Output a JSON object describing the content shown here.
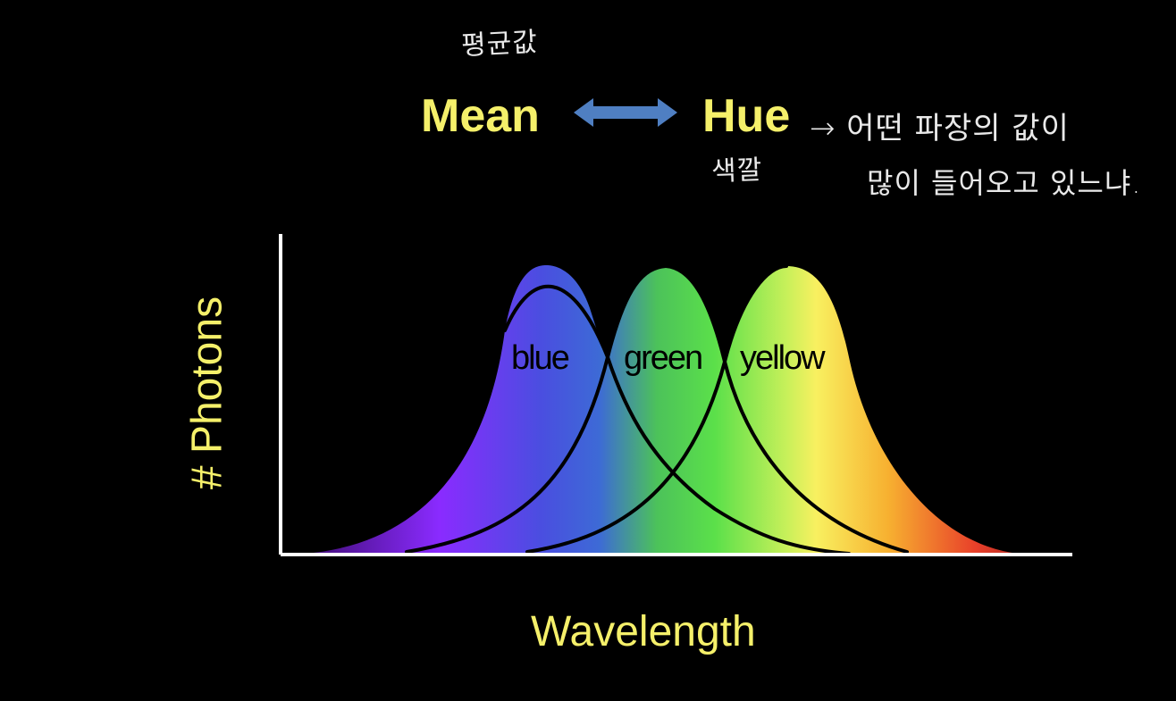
{
  "header": {
    "mean_label": "Mean",
    "hue_label": "Hue",
    "arrow": "double-arrow-icon",
    "arrow_color": "#4f7fc2"
  },
  "handwritten_notes": {
    "above_mean": "평균값",
    "below_hue": "색깔",
    "right_line1": "→ 어떤 파장의 값이",
    "right_line2": "많이 들어오고 있느냐."
  },
  "diagram": {
    "ylabel": "# Photons",
    "xlabel": "Wavelength",
    "curves": [
      {
        "label": "blue"
      },
      {
        "label": "green"
      },
      {
        "label": "yellow"
      }
    ]
  },
  "colors": {
    "background": "#000000",
    "text_accent": "#f5f06a",
    "axis": "#ffffff",
    "spectrum": [
      "#3a0a6a",
      "#8a2bff",
      "#3d6ad6",
      "#5be04a",
      "#f8f060",
      "#f7b030",
      "#e8402a"
    ]
  }
}
